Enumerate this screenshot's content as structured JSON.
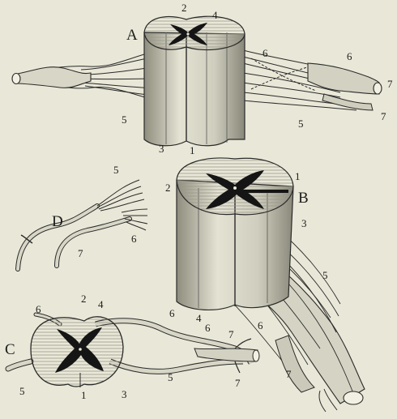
{
  "figure_letters": {
    "a": "A",
    "b": "B",
    "c": "C",
    "d": "D"
  },
  "labels_a": {
    "n1": "1",
    "n2": "2",
    "n3": "3",
    "n4": "4",
    "n5_left": "5",
    "n5_right": "5",
    "n6_top": "6",
    "n6_right": "6",
    "n7_top": "7",
    "n7_bottom": "7"
  },
  "labels_b": {
    "n1": "1",
    "n2": "2",
    "n3": "3",
    "n4": "4",
    "n5": "5",
    "n6": "6",
    "n7": "7"
  },
  "labels_c": {
    "n1": "1",
    "n2": "2",
    "n3": "3",
    "n4": "4",
    "n5_left": "5",
    "n5_right": "5",
    "n6_left": "6",
    "n6_top": "6",
    "n6_mid": "6",
    "n7_top": "7",
    "n7_bottom": "7"
  },
  "labels_d": {
    "n5": "5",
    "n6": "6",
    "n7": "7"
  },
  "colors": {
    "paper": "#e9e7d7",
    "ink": "#1c1c1c",
    "shade": "#b9b7a6"
  }
}
